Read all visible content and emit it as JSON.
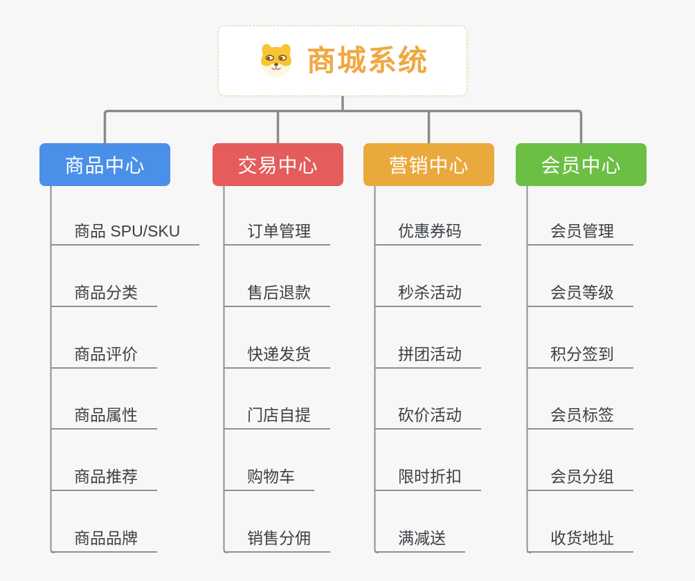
{
  "root": {
    "title": "商城系统",
    "icon": "dog-face-icon",
    "title_color": "#F0A843",
    "border_color": "#F2C98C"
  },
  "colors": {
    "background": "#F7F7F7",
    "connector": "#8A8A8A",
    "leaf_underline": "#8F8F8F",
    "leaf_text": "#3B4045"
  },
  "branches": [
    {
      "label": "商品中心",
      "color": "#4A90E8",
      "items": [
        "商品 SPU/SKU",
        "商品分类",
        "商品评价",
        "商品属性",
        "商品推荐",
        "商品品牌"
      ]
    },
    {
      "label": "交易中心",
      "color": "#E55C5C",
      "items": [
        "订单管理",
        "售后退款",
        "快递发货",
        "门店自提",
        "购物车",
        "销售分佣"
      ]
    },
    {
      "label": "营销中心",
      "color": "#EAA93C",
      "items": [
        "优惠券码",
        "秒杀活动",
        "拼团活动",
        "砍价活动",
        "限时折扣",
        "满减送"
      ]
    },
    {
      "label": "会员中心",
      "color": "#6CBF45",
      "items": [
        "会员管理",
        "会员等级",
        "积分签到",
        "会员标签",
        "会员分组",
        "收货地址"
      ]
    }
  ]
}
